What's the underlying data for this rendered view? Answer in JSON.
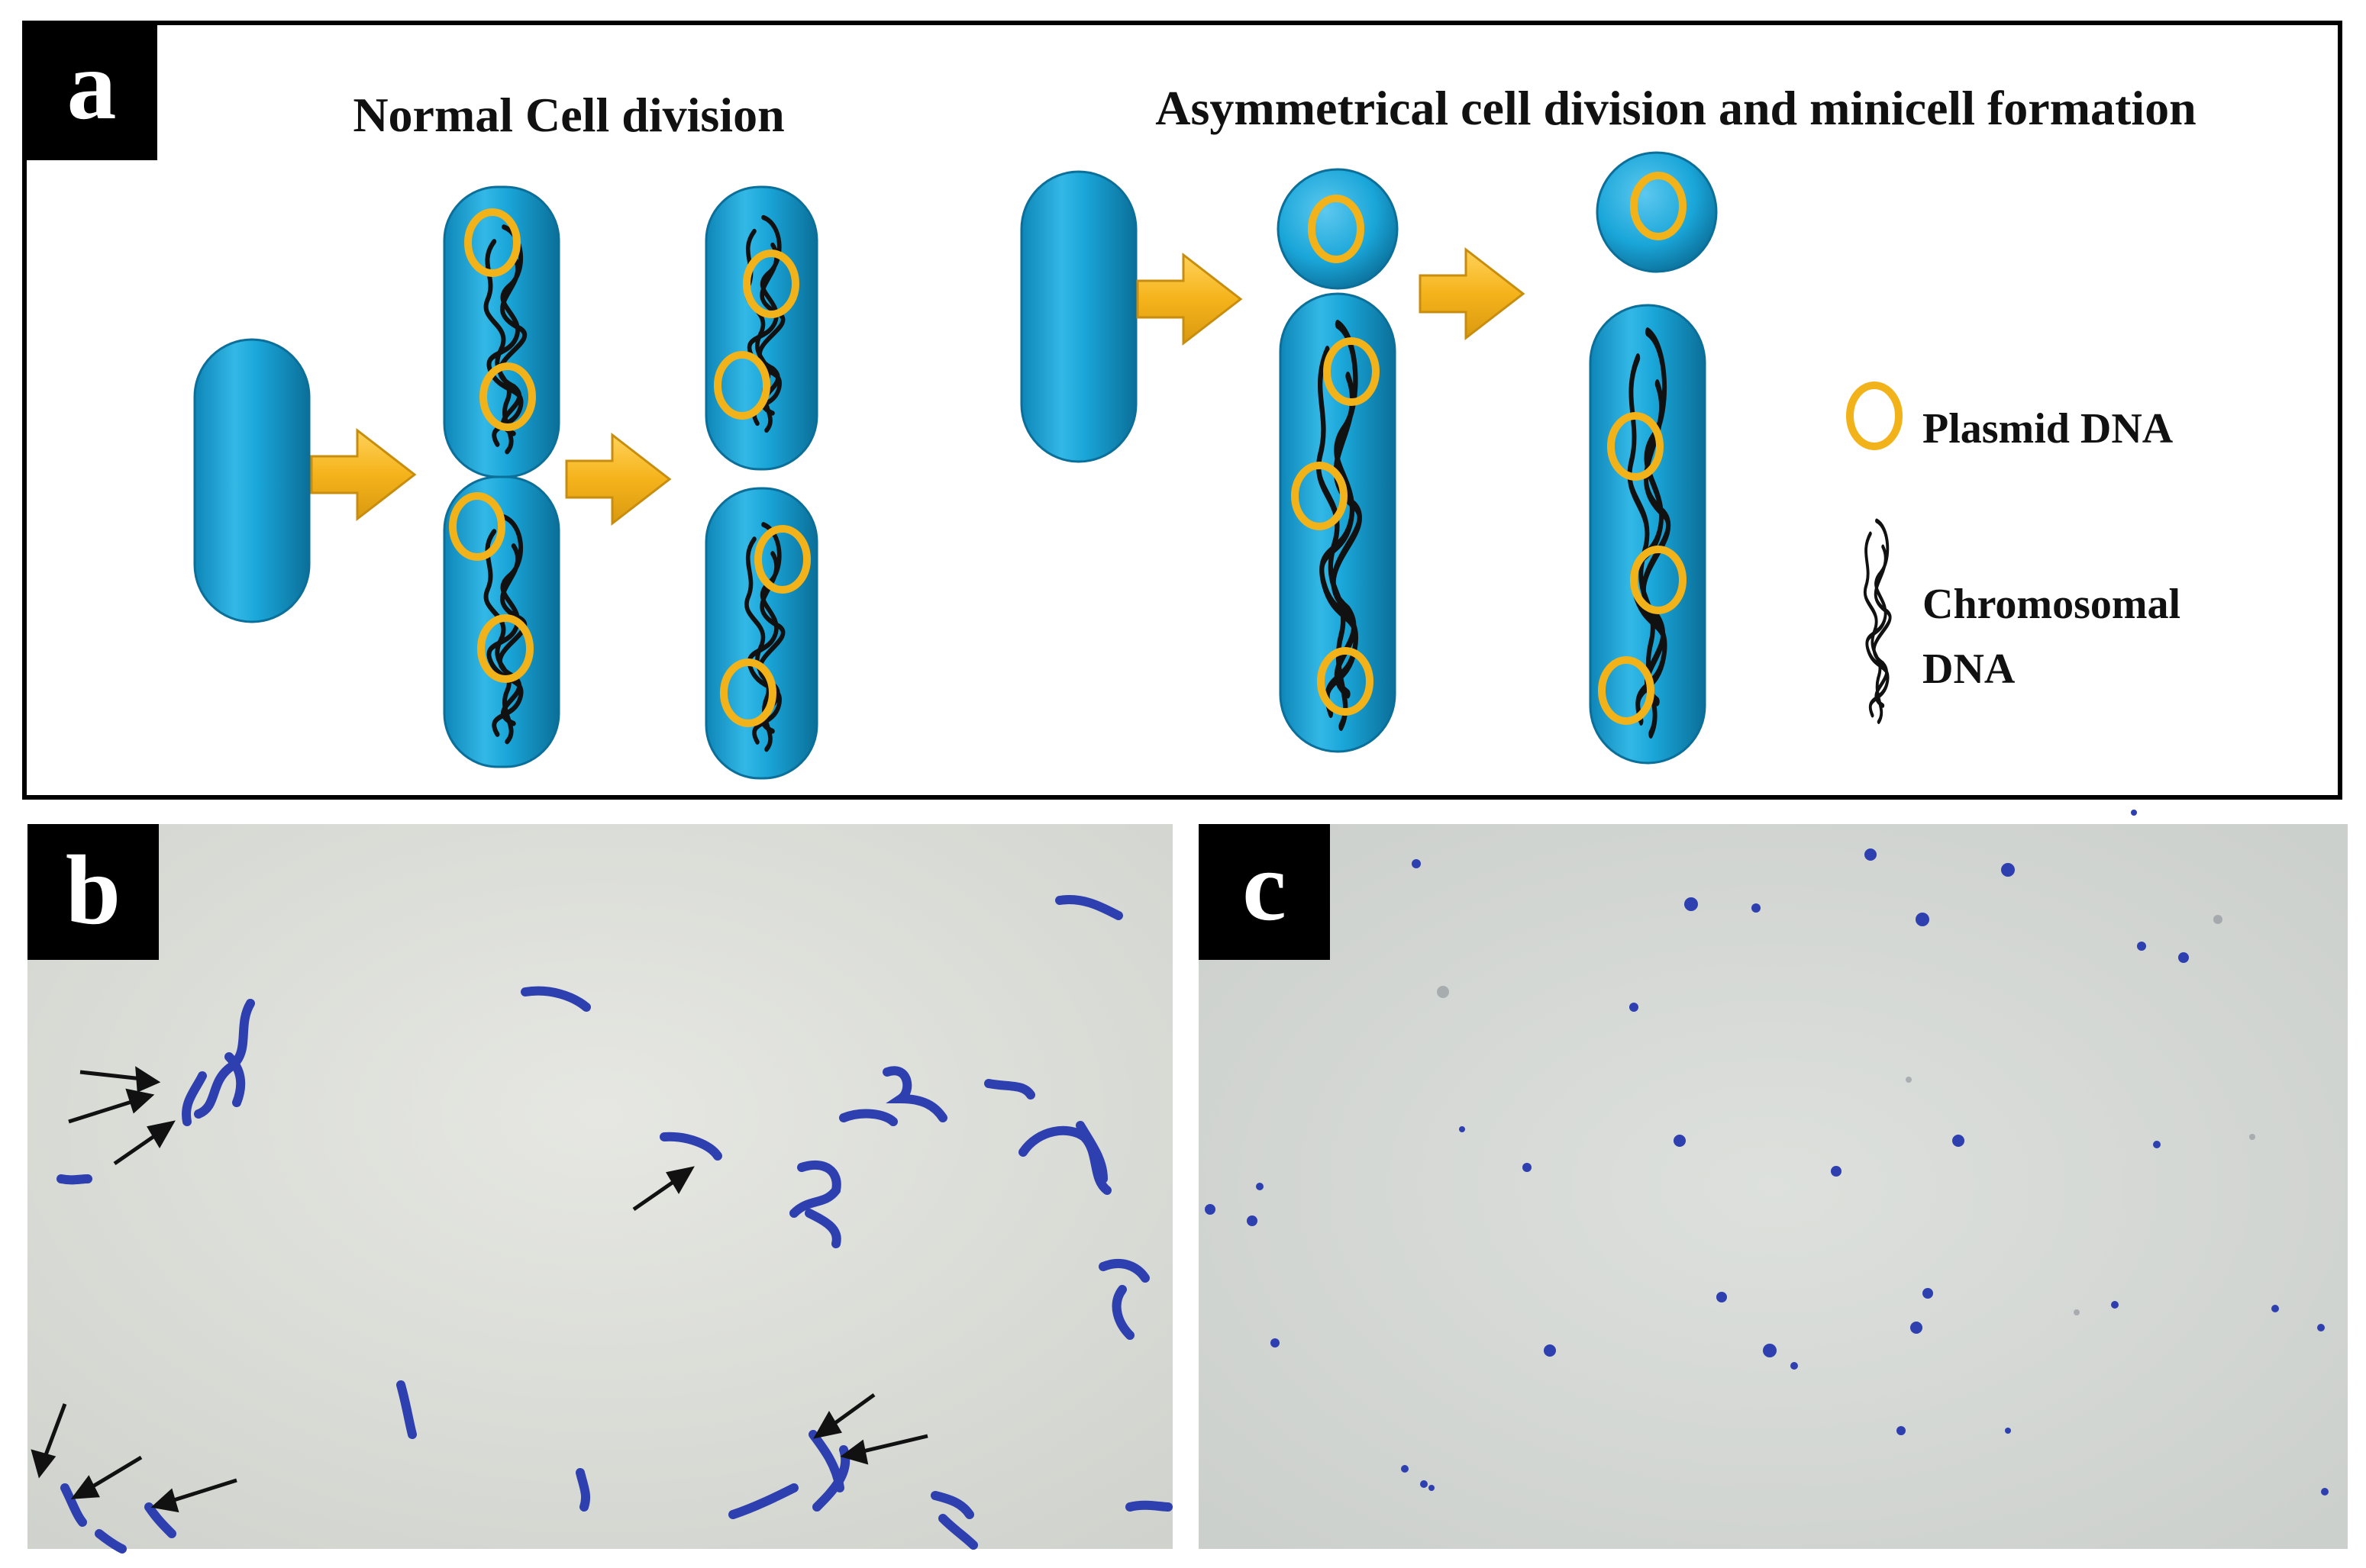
{
  "panels": {
    "a": {
      "label": "a",
      "normal_title": "Normal Cell division",
      "asym_title": "Asymmetrical cell division and minicell formation",
      "legend": {
        "plasmid": "Plasmid DNA",
        "chromosomal_line1": "Chromosomal",
        "chromosomal_line2": "DNA"
      }
    },
    "b": {
      "label": "b"
    },
    "c": {
      "label": "c"
    }
  },
  "colors": {
    "cell_fill": "#1aa6d9",
    "cell_highlight": "#6fd0f0",
    "cell_edge": "#0b6f99",
    "plasmid": "#f2b21a",
    "arrow": "#f5b31b",
    "arrow_edge": "#c98d0e",
    "chromosome": "#111111",
    "micrograph_bg": "#d9dbd7",
    "stain": "#2e3fb0"
  },
  "icons": [
    "right-arrow-icon",
    "plasmid-ring-icon",
    "chromosome-coil-icon",
    "pointer-arrow-icon"
  ]
}
